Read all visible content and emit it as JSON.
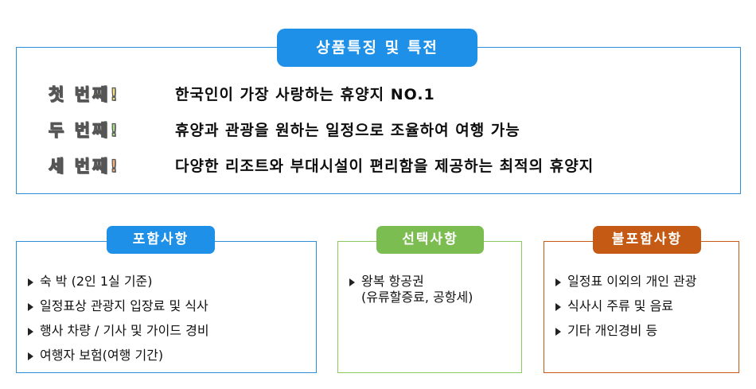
{
  "features": {
    "title": "상품특징 및 특전",
    "items": [
      {
        "ordinal": "첫 번째!",
        "text": "한국인이 가장 사랑하는 휴양지 NO.1",
        "color": "#f4df7a"
      },
      {
        "ordinal": "두 번째!",
        "text": "휴양과 관광을 원하는 일정으로 조율하여 여행 가능",
        "color": "#a8dc8c"
      },
      {
        "ordinal": "세 번째!",
        "text": "다양한 리조트와 부대시설이 편리함을 제공하는 최적의 휴양지",
        "color": "#f7b07a"
      }
    ],
    "accent": "#1e90e8"
  },
  "included": {
    "title": "포함사항",
    "accent": "#1e90e8",
    "items": [
      "숙 박 (2인 1실 기준)",
      "일정표상 관광지 입장료 및 식사",
      "행사 차량 / 기사 및 가이드 경비",
      "여행자 보험(여행 기간)"
    ]
  },
  "optional": {
    "title": "선택사항",
    "accent": "#7cbd52",
    "items": [
      {
        "line1": "왕복 항공권",
        "line2": "(유류할증료, 공항세)"
      }
    ]
  },
  "excluded": {
    "title": "불포함사항",
    "accent": "#c45a14",
    "items": [
      "일정표 이외의 개인 관광",
      "식사시 주류 및 음료",
      "기타 개인경비 등"
    ]
  }
}
